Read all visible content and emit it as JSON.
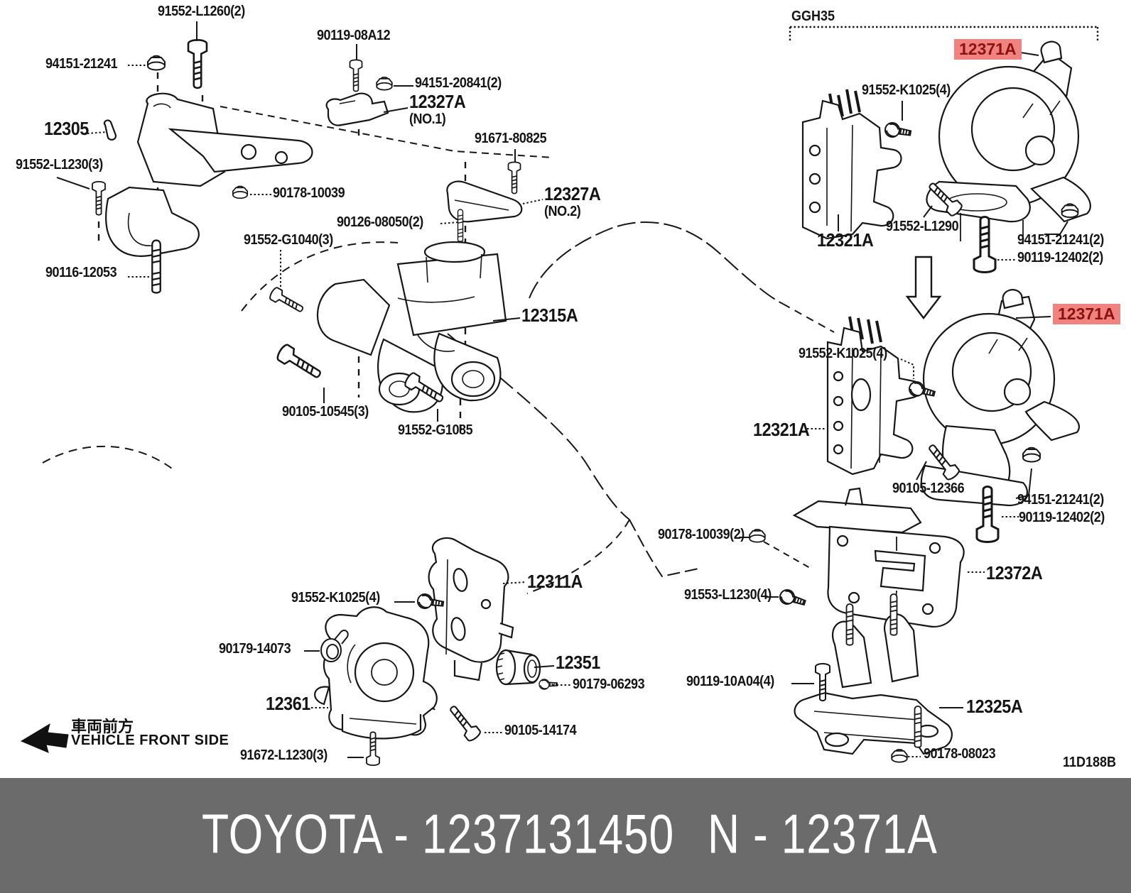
{
  "diagram": {
    "variant_code": "GGH35",
    "drawing_code": "11D188B",
    "front_side_jp": "車両前方",
    "front_side_en": "VEHICLE FRONT SIDE",
    "highlighted_part": "12371A"
  },
  "labels": {
    "p91552_L1260": "91552-L1260(2)",
    "p94151_21241": "94151-21241",
    "p12305": "12305",
    "p91552_L1230": "91552-L1230(3)",
    "p90116_12053": "90116-12053",
    "p90119_08A12": "90119-08A12",
    "p94151_20841": "94151-20841(2)",
    "p12327A": "12327A",
    "no1": "(NO.1)",
    "no2": "(NO.2)",
    "p91671_80825": "91671-80825",
    "p90178_10039": "90178-10039",
    "p90126_08050": "90126-08050(2)",
    "p91552_G1040": "91552-G1040(3)",
    "p12315A": "12315A",
    "p90105_10545": "90105-10545(3)",
    "p91552_G1085": "91552-G1085",
    "ggh35": "GGH35",
    "p12371A": "12371A",
    "p91552_K1025": "91552-K1025(4)",
    "p12321A": "12321A",
    "p91552_L1290": "91552-L1290",
    "p94151_21241_2": "94151-21241(2)",
    "p90119_12402": "90119-12402(2)",
    "p90105_12366": "90105-12366",
    "p90178_10039_2": "90178-10039(2)",
    "p12372A": "12372A",
    "p91553_L1230": "91553-L1230(4)",
    "p90119_10A04": "90119-10A04(4)",
    "p12325A": "12325A",
    "p90178_08023": "90178-08023",
    "p12311A": "12311A",
    "p90179_14073": "90179-14073",
    "p12351": "12351",
    "p90179_06293": "90179-06293",
    "p12361": "12361",
    "p90105_14174": "90105-14174",
    "p91672_L1230": "91672-L1230(3)"
  },
  "footer": {
    "brand_part": "TOYOTA - 1237131450",
    "part_ref": "N - 12371A",
    "background": "#6b6b6b",
    "text_color": "#ffffff"
  },
  "colors": {
    "line": "#161616",
    "highlight_bg": "#f0827f",
    "highlight_text": "#8c1210",
    "background": "#ffffff"
  }
}
